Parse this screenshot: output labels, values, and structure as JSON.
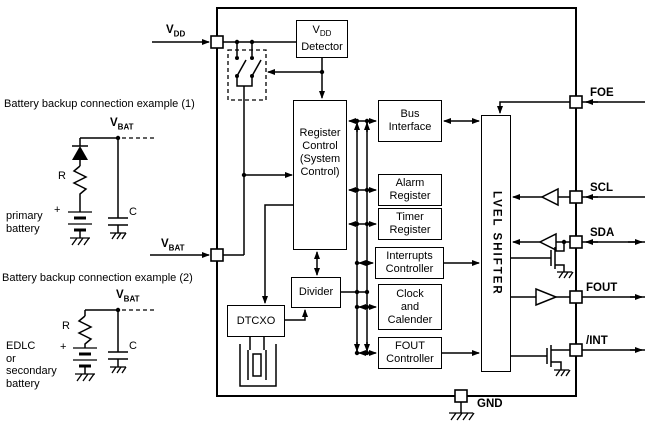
{
  "examples": {
    "title1": "Battery backup connection example (1)",
    "title2": "Battery backup connection example (2)",
    "r": "R",
    "c": "C",
    "plus": "+",
    "primary1": "primary",
    "primary2": "battery",
    "edlc1": "EDLC",
    "edlc2": "or",
    "edlc3": "secondary",
    "edlc4": "battery"
  },
  "pins": {
    "vdd": {
      "base": "V",
      "sub": "DD"
    },
    "vbat": {
      "base": "V",
      "sub": "BAT"
    },
    "foe": "FOE",
    "scl": "SCL",
    "sda": "SDA",
    "fout": "FOUT",
    "int": "/INT",
    "gnd": "GND"
  },
  "blocks": {
    "vdd_detector": {
      "base": "V",
      "sub": "DD",
      "line2": "Detector"
    },
    "register_control": {
      "l1": "Register",
      "l2": "Control",
      "l3": "(System",
      "l4": "Control)"
    },
    "bus_interface": {
      "l1": "Bus",
      "l2": "Interface"
    },
    "alarm_register": {
      "l1": "Alarm",
      "l2": "Register"
    },
    "timer_register": {
      "l1": "Timer",
      "l2": "Register"
    },
    "interrupts_controller": {
      "l1": "Interrupts",
      "l2": "Controller"
    },
    "clock_calender": {
      "l1": "Clock",
      "l2": "and",
      "l3": "Calender"
    },
    "fout_controller": {
      "l1": "FOUT",
      "l2": "Controller"
    },
    "divider": "Divider",
    "dtcxo": "DTCXO",
    "level_shifter": "LVEL SHIFTER"
  }
}
